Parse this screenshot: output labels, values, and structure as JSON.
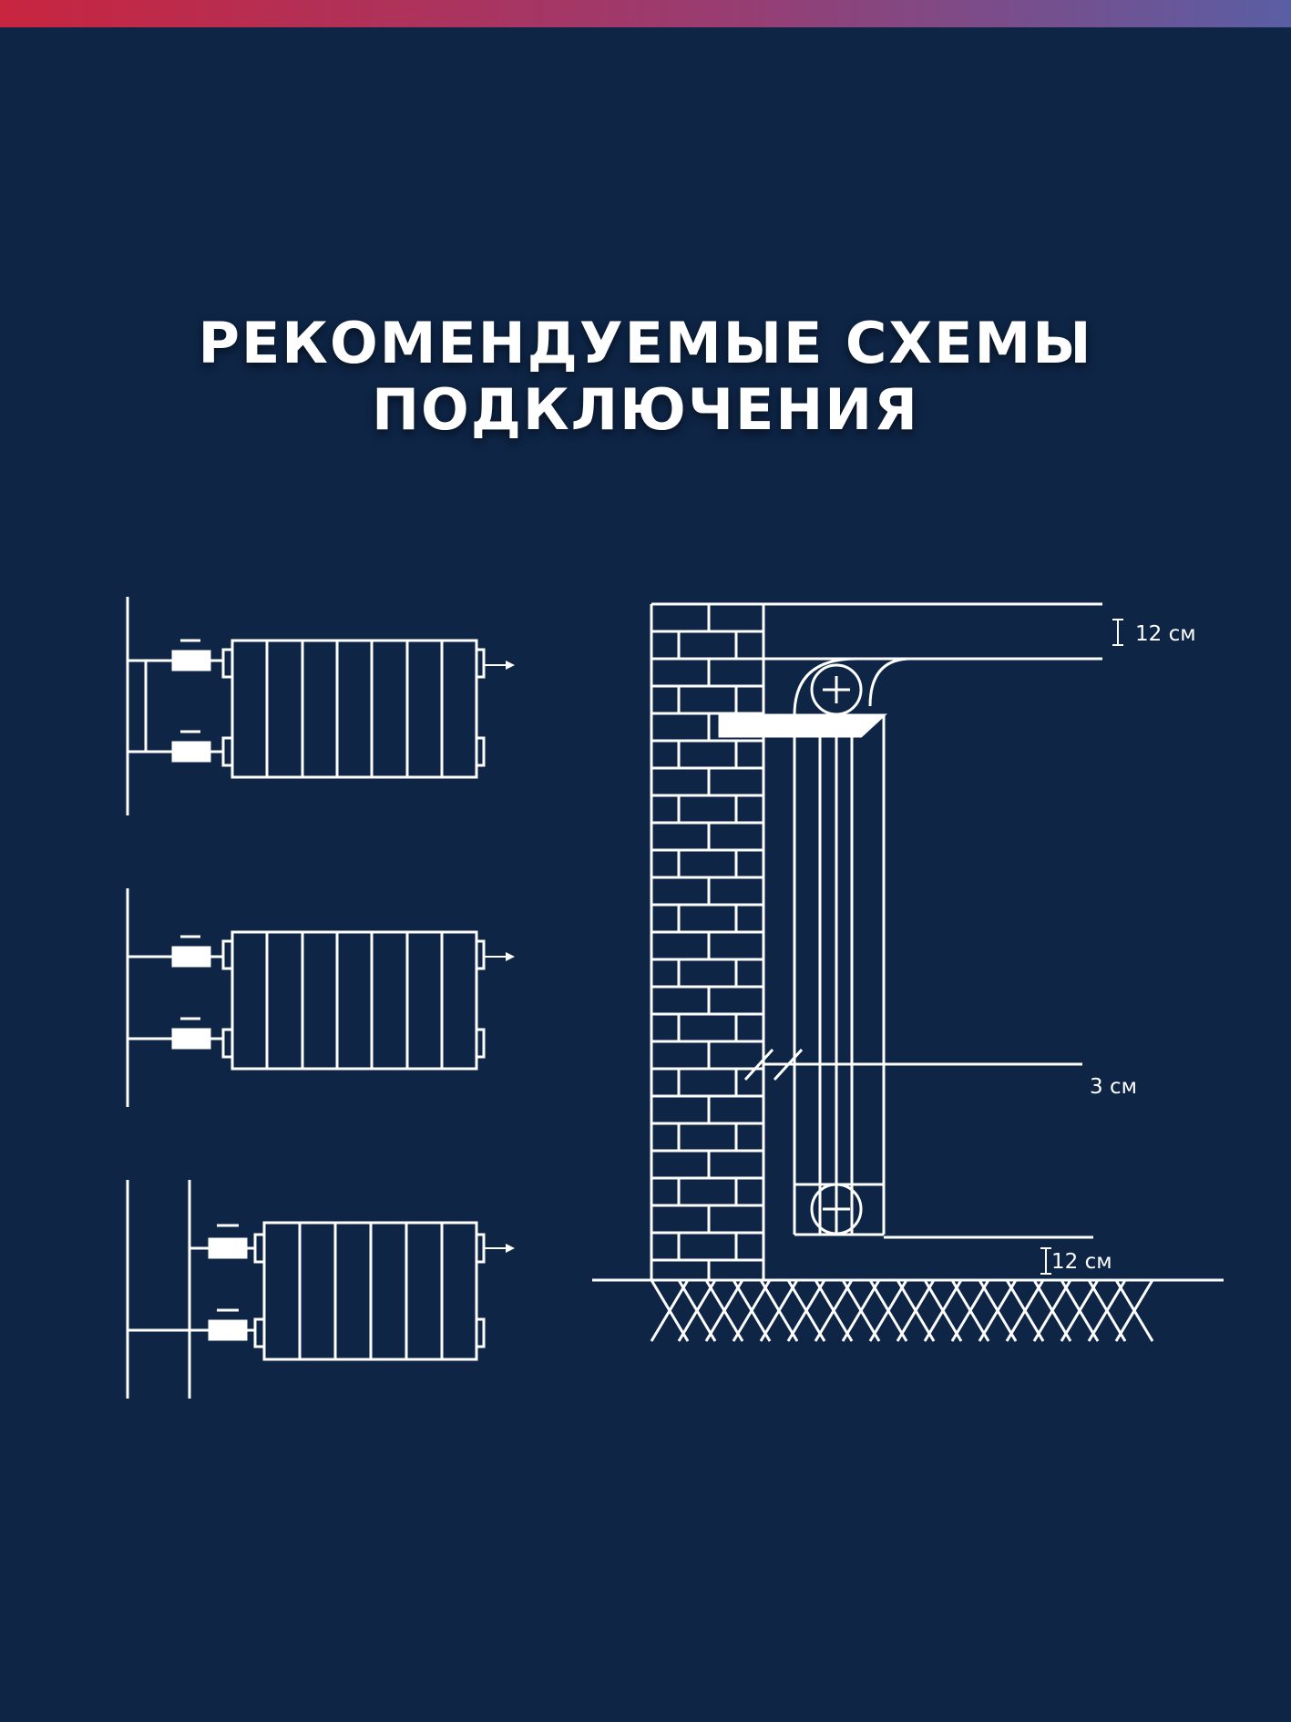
{
  "page": {
    "title": "РЕКОМЕНДУЕМЫЕ СХЕМЫ ПОДКЛЮЧЕНИЯ",
    "colors": {
      "background": "#0e2546",
      "line": "#ffffff",
      "gradient_start": "#c8253f",
      "gradient_end": "#5a5ea4"
    }
  },
  "schemes": [
    {
      "name": "side-connection",
      "sections": 7,
      "valve_minus_label": "—"
    },
    {
      "name": "side-connection-parallel",
      "sections": 7,
      "valve_minus_label": "—"
    },
    {
      "name": "diagonal-connection",
      "sections": 6,
      "valve_minus_label": "—"
    }
  ],
  "installation": {
    "dim_top": "12 см",
    "dim_wall": "3 см",
    "dim_floor": "12 см"
  }
}
